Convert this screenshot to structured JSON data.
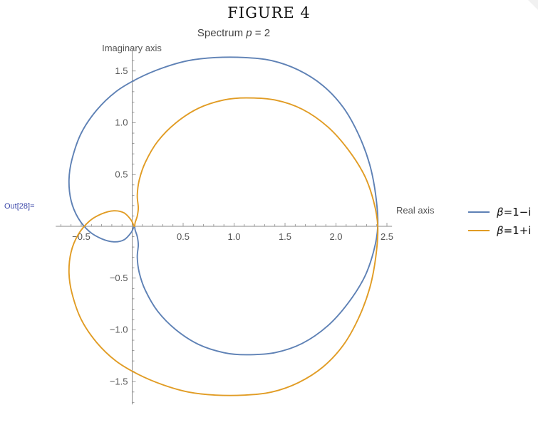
{
  "figure": {
    "heading": "FIGURE 4",
    "out_label": "Out[28]="
  },
  "chart_data": {
    "type": "line",
    "title_prefix": "Spectrum ",
    "title_var": "p",
    "title_suffix": " = 2",
    "xlabel": "Real axis",
    "ylabel": "Imaginary  axis",
    "xlim": [
      -0.75,
      2.55
    ],
    "ylim": [
      -1.72,
      1.72
    ],
    "x_ticks": [
      -0.5,
      0.5,
      1.0,
      1.5,
      2.0,
      2.5
    ],
    "x_tick_labels": [
      "−0.5",
      "0.5",
      "1.0",
      "1.5",
      "2.0",
      "2.5"
    ],
    "y_ticks": [
      1.5,
      1.0,
      0.5,
      -0.5,
      -1.0,
      -1.5
    ],
    "y_tick_labels": [
      "1.5",
      "1.0",
      "0.5",
      "−0.5",
      "−1.0",
      "−1.5"
    ],
    "grid": false,
    "legend_position": "right",
    "series": [
      {
        "name": "β=1−i",
        "color": "#5e81b5",
        "points": [
          [
            2.41,
            0.0
          ],
          [
            2.39,
            0.3
          ],
          [
            2.33,
            0.6
          ],
          [
            2.22,
            0.89
          ],
          [
            2.07,
            1.15
          ],
          [
            1.87,
            1.36
          ],
          [
            1.63,
            1.51
          ],
          [
            1.37,
            1.6
          ],
          [
            1.1,
            1.63
          ],
          [
            0.82,
            1.63
          ],
          [
            0.55,
            1.6
          ],
          [
            0.3,
            1.53
          ],
          [
            0.06,
            1.43
          ],
          [
            -0.16,
            1.3
          ],
          [
            -0.35,
            1.12
          ],
          [
            -0.5,
            0.9
          ],
          [
            -0.59,
            0.65
          ],
          [
            -0.62,
            0.45
          ],
          [
            -0.6,
            0.25
          ],
          [
            -0.53,
            0.08
          ],
          [
            -0.42,
            -0.05
          ],
          [
            -0.3,
            -0.12
          ],
          [
            -0.18,
            -0.15
          ],
          [
            -0.08,
            -0.13
          ],
          [
            -0.01,
            -0.06
          ],
          [
            0.02,
            0.0
          ],
          [
            0.03,
            -0.04
          ],
          [
            0.05,
            -0.1
          ],
          [
            0.06,
            -0.18
          ],
          [
            0.05,
            -0.3
          ],
          [
            0.07,
            -0.45
          ],
          [
            0.13,
            -0.62
          ],
          [
            0.25,
            -0.82
          ],
          [
            0.43,
            -1.0
          ],
          [
            0.65,
            -1.14
          ],
          [
            0.9,
            -1.22
          ],
          [
            1.12,
            -1.24
          ],
          [
            1.4,
            -1.22
          ],
          [
            1.67,
            -1.13
          ],
          [
            1.92,
            -0.96
          ],
          [
            2.12,
            -0.74
          ],
          [
            2.28,
            -0.49
          ],
          [
            2.37,
            -0.24
          ],
          [
            2.41,
            0.0
          ]
        ]
      },
      {
        "name": "β=1+i",
        "color": "#e19c24",
        "points": [
          [
            2.41,
            0.0
          ],
          [
            2.37,
            0.24
          ],
          [
            2.28,
            0.49
          ],
          [
            2.12,
            0.74
          ],
          [
            1.92,
            0.96
          ],
          [
            1.67,
            1.13
          ],
          [
            1.4,
            1.22
          ],
          [
            1.12,
            1.24
          ],
          [
            0.9,
            1.22
          ],
          [
            0.65,
            1.14
          ],
          [
            0.43,
            1.0
          ],
          [
            0.25,
            0.82
          ],
          [
            0.13,
            0.62
          ],
          [
            0.07,
            0.45
          ],
          [
            0.05,
            0.3
          ],
          [
            0.06,
            0.18
          ],
          [
            0.05,
            0.1
          ],
          [
            0.03,
            0.04
          ],
          [
            0.02,
            0.0
          ],
          [
            -0.01,
            0.06
          ],
          [
            -0.08,
            0.13
          ],
          [
            -0.18,
            0.15
          ],
          [
            -0.3,
            0.12
          ],
          [
            -0.42,
            0.05
          ],
          [
            -0.53,
            -0.08
          ],
          [
            -0.6,
            -0.25
          ],
          [
            -0.62,
            -0.45
          ],
          [
            -0.59,
            -0.65
          ],
          [
            -0.5,
            -0.9
          ],
          [
            -0.35,
            -1.12
          ],
          [
            -0.16,
            -1.3
          ],
          [
            0.06,
            -1.43
          ],
          [
            0.3,
            -1.53
          ],
          [
            0.55,
            -1.6
          ],
          [
            0.82,
            -1.63
          ],
          [
            1.1,
            -1.63
          ],
          [
            1.37,
            -1.6
          ],
          [
            1.63,
            -1.51
          ],
          [
            1.87,
            -1.36
          ],
          [
            2.07,
            -1.15
          ],
          [
            2.22,
            -0.89
          ],
          [
            2.33,
            -0.6
          ],
          [
            2.39,
            -0.3
          ],
          [
            2.41,
            0.0
          ]
        ]
      }
    ]
  }
}
